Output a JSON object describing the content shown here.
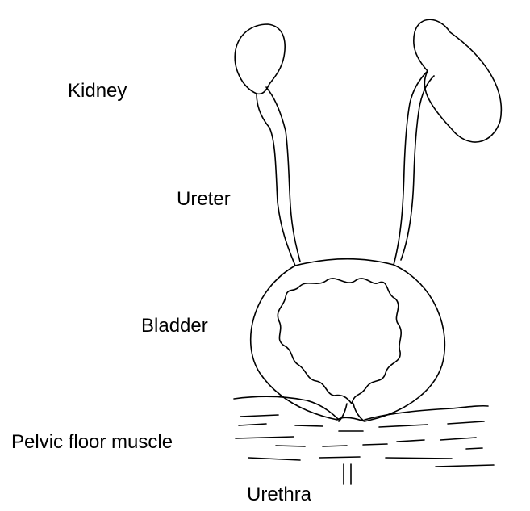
{
  "labels": {
    "kidney": "Kidney",
    "ureter": "Ureter",
    "bladder": "Bladder",
    "pelvic_floor_muscle": "Pelvic floor muscle",
    "urethra": "Urethra"
  },
  "colors": {
    "stroke": "#000000",
    "text": "#000000",
    "background": "#ffffff"
  }
}
